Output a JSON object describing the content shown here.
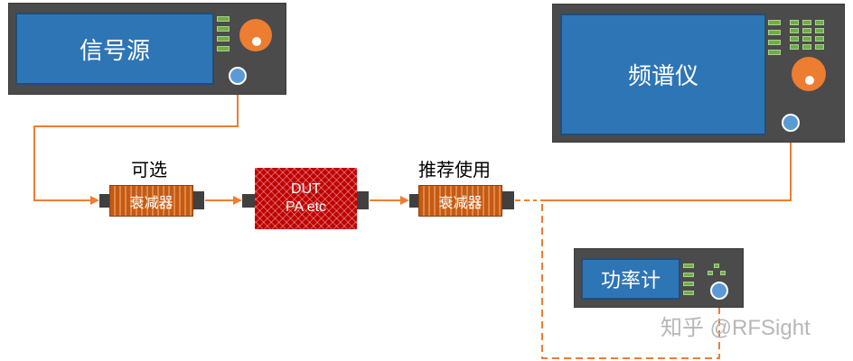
{
  "instruments": {
    "signal_source": "信号源",
    "spectrum_analyzer": "频谱仪",
    "power_meter": "功率计"
  },
  "chain": {
    "optional_label": "可选",
    "recommended_label": "推荐使用",
    "attenuator_1": "衰减器",
    "attenuator_2": "衰减器",
    "dut_line1": "DUT",
    "dut_line2": "PA etc"
  },
  "watermark": "知乎 @RFSight",
  "colors": {
    "screen": "#2e75b6",
    "instrument_body": "#4b4b4b",
    "knob": "#ed7d31",
    "button": "#70ad47",
    "port": "#5b9bd5",
    "cable": "#ed7d31",
    "attenuator": "#c55a11",
    "dut": "#c00000"
  }
}
